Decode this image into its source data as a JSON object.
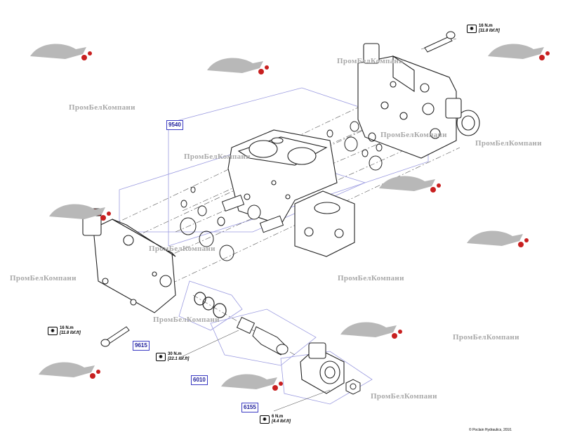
{
  "references": {
    "ref_9540": "9540",
    "ref_9615": "9615",
    "ref_6010": "6010",
    "ref_6155": "6155"
  },
  "torques": {
    "top_right": {
      "nm": "16 N.m",
      "lbf": "[11.8 lbf.ft]"
    },
    "left": {
      "nm": "16 N.m",
      "lbf": "[11.8 lbf.ft]"
    },
    "mid": {
      "nm": "30 N.m",
      "lbf": "[22.1 lbf.ft]"
    },
    "bottom": {
      "nm": "6 N.m",
      "lbf": "[4.4 lbf.ft]"
    }
  },
  "watermark_text": "ПромБелКомпани",
  "copyright": "© Poclain Hydraulics, 2010.",
  "colors": {
    "line": "#222222",
    "leader": "#8a8ad6",
    "ref": "#1c1c9a",
    "watermark": "#a8a8a8",
    "logo_red": "#c82020"
  }
}
